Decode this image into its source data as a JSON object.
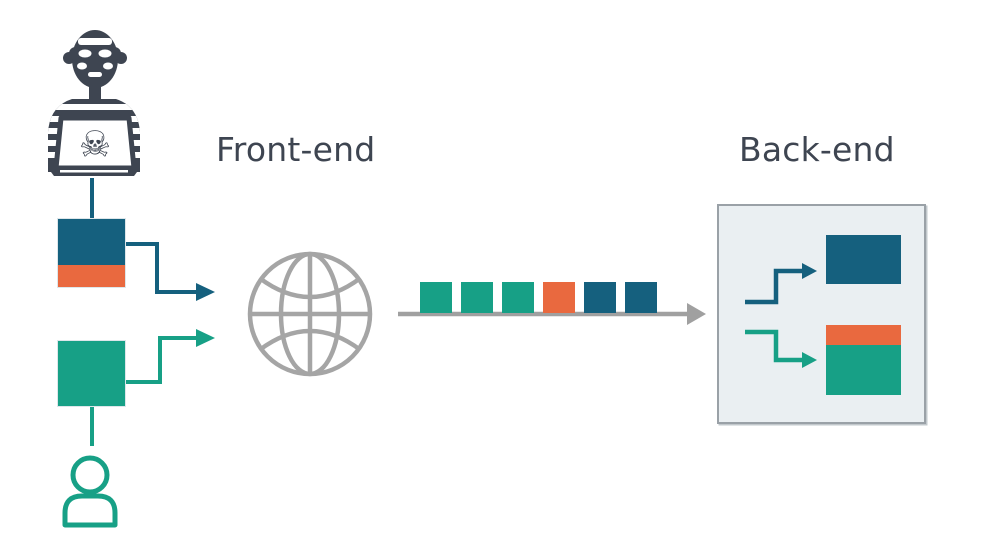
{
  "front_end": {
    "label": "Front-end",
    "icon": "globe-icon"
  },
  "back_end": {
    "label": "Back-end"
  },
  "actors": {
    "attacker": {
      "icon": "hacker-skull-laptop-icon",
      "skull_glyph": "☠"
    },
    "user": {
      "icon": "person-icon"
    }
  },
  "colors": {
    "blue": "#15607E",
    "orange": "#E9693F",
    "teal": "#17A086",
    "icon_dark": "#3E4551",
    "gray": "#A0A0A0",
    "backend_bg": "#EAEFF2",
    "backend_border": "#9AA1A7"
  },
  "attacker_request": {
    "segments": [
      "blue",
      "orange"
    ]
  },
  "user_request": {
    "segments": [
      "teal"
    ]
  },
  "packet_stream": {
    "blocks": [
      "teal",
      "teal",
      "teal",
      "orange",
      "blue",
      "blue"
    ]
  },
  "backend": {
    "request_1": {
      "segments": [
        "blue"
      ]
    },
    "request_2": {
      "segments": [
        "orange",
        "teal"
      ]
    }
  }
}
